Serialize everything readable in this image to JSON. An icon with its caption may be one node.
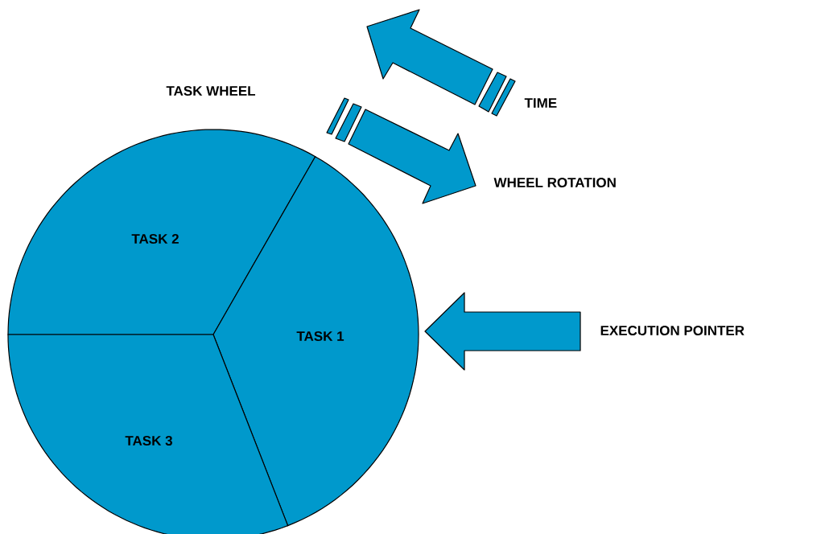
{
  "diagram": {
    "title": "TASK WHEEL",
    "nodes": [
      {
        "text": [
          "TASK 2"
        ]
      },
      {
        "text": [
          "TASK 1"
        ]
      },
      {
        "text": [
          "TASK 3"
        ]
      }
    ],
    "edges": [
      {
        "from": null,
        "to": 1,
        "arrow": "to"
      }
    ],
    "labels": [
      "TIME",
      "WHEEL ROTATION",
      "EXECUTION POINTER"
    ]
  }
}
